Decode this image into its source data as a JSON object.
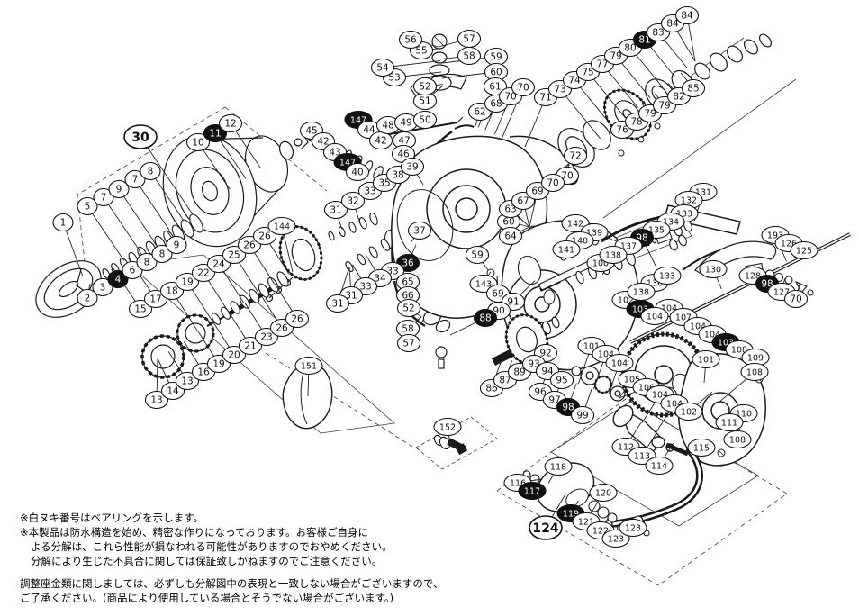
{
  "diagram": {
    "description": "Exploded parts diagram of a spinning fishing reel with numbered callouts",
    "callout_format": "[number, x, y, flag] flag: 0=normal white ellipse, 1=black filled (bearing), 2=large label",
    "bearing_marker_color": "#000000",
    "line_color": "#1a1a1a",
    "callouts": [
      [
        1,
        70,
        247,
        0
      ],
      [
        5,
        97,
        229,
        0
      ],
      [
        7,
        115,
        219,
        0
      ],
      [
        9,
        132,
        210,
        0
      ],
      [
        7,
        150,
        199,
        0
      ],
      [
        8,
        167,
        190,
        0
      ],
      [
        2,
        97,
        331,
        0
      ],
      [
        3,
        114,
        319,
        0
      ],
      [
        4,
        131,
        310,
        1
      ],
      [
        6,
        147,
        300,
        0
      ],
      [
        8,
        163,
        291,
        0
      ],
      [
        8,
        180,
        282,
        0
      ],
      [
        9,
        196,
        272,
        0
      ],
      [
        10,
        220,
        158,
        0
      ],
      [
        11,
        239,
        148,
        1
      ],
      [
        12,
        256,
        137,
        0
      ],
      [
        30,
        156,
        152,
        2
      ],
      [
        15,
        156,
        343,
        0
      ],
      [
        17,
        173,
        332,
        0
      ],
      [
        18,
        191,
        323,
        0
      ],
      [
        19,
        208,
        313,
        0
      ],
      [
        22,
        226,
        303,
        0
      ],
      [
        24,
        243,
        293,
        0
      ],
      [
        25,
        260,
        283,
        0
      ],
      [
        26,
        277,
        272,
        0
      ],
      [
        26,
        294,
        262,
        0
      ],
      [
        13,
        174,
        444,
        0
      ],
      [
        14,
        192,
        434,
        0
      ],
      [
        13,
        208,
        423,
        0
      ],
      [
        16,
        226,
        413,
        0
      ],
      [
        19,
        243,
        404,
        0
      ],
      [
        20,
        260,
        394,
        0
      ],
      [
        21,
        278,
        384,
        0
      ],
      [
        23,
        296,
        374,
        0
      ],
      [
        26,
        313,
        364,
        0
      ],
      [
        26,
        330,
        354,
        0
      ],
      [
        144,
        313,
        251,
        0
      ],
      [
        151,
        343,
        406,
        0
      ],
      [
        45,
        346,
        145,
        0
      ],
      [
        42,
        359,
        157,
        0
      ],
      [
        43,
        372,
        169,
        0
      ],
      [
        147,
        398,
        133,
        1
      ],
      [
        44,
        410,
        144,
        0
      ],
      [
        42,
        423,
        156,
        0
      ],
      [
        147,
        386,
        180,
        1
      ],
      [
        40,
        397,
        191,
        0
      ],
      [
        48,
        431,
        139,
        0
      ],
      [
        49,
        451,
        136,
        0
      ],
      [
        50,
        472,
        133,
        0
      ],
      [
        47,
        449,
        156,
        0
      ],
      [
        46,
        448,
        171,
        0
      ],
      [
        51,
        472,
        112,
        0
      ],
      [
        52,
        472,
        96,
        0
      ],
      [
        53,
        438,
        86,
        0
      ],
      [
        54,
        425,
        75,
        0
      ],
      [
        55,
        468,
        56,
        0
      ],
      [
        56,
        456,
        44,
        0
      ],
      [
        57,
        521,
        43,
        0
      ],
      [
        58,
        521,
        62,
        0
      ],
      [
        59,
        551,
        63,
        0
      ],
      [
        60,
        551,
        80,
        0
      ],
      [
        61,
        550,
        96,
        0
      ],
      [
        62,
        533,
        124,
        0
      ],
      [
        68,
        551,
        115,
        0
      ],
      [
        70,
        567,
        107,
        0
      ],
      [
        70,
        581,
        97,
        0
      ],
      [
        71,
        606,
        108,
        0
      ],
      [
        31,
        373,
        233,
        0
      ],
      [
        32,
        392,
        223,
        0
      ],
      [
        33,
        411,
        212,
        0
      ],
      [
        35,
        427,
        203,
        0
      ],
      [
        38,
        442,
        194,
        0
      ],
      [
        39,
        458,
        185,
        0
      ],
      [
        37,
        466,
        256,
        0
      ],
      [
        36,
        453,
        292,
        1
      ],
      [
        33,
        436,
        301,
        0
      ],
      [
        34,
        422,
        309,
        0
      ],
      [
        33,
        406,
        318,
        0
      ],
      [
        31,
        390,
        328,
        0
      ],
      [
        31,
        375,
        337,
        0
      ],
      [
        65,
        453,
        313,
        0
      ],
      [
        66,
        453,
        328,
        0
      ],
      [
        52,
        454,
        342,
        0
      ],
      [
        58,
        453,
        365,
        0
      ],
      [
        57,
        454,
        381,
        0
      ],
      [
        59,
        530,
        283,
        0
      ],
      [
        60,
        565,
        246,
        0
      ],
      [
        63,
        567,
        232,
        0
      ],
      [
        64,
        567,
        262,
        0
      ],
      [
        67,
        581,
        223,
        0
      ],
      [
        69,
        597,
        212,
        0
      ],
      [
        70,
        630,
        195,
        0
      ],
      [
        70,
        614,
        203,
        0
      ],
      [
        143,
        537,
        315,
        0
      ],
      [
        69,
        553,
        326,
        0
      ],
      [
        91,
        570,
        335,
        0
      ],
      [
        90,
        554,
        345,
        0
      ],
      [
        88,
        539,
        353,
        1
      ],
      [
        72,
        639,
        173,
        0
      ],
      [
        73,
        622,
        99,
        0
      ],
      [
        74,
        638,
        89,
        0
      ],
      [
        75,
        653,
        80,
        0
      ],
      [
        77,
        669,
        71,
        0
      ],
      [
        79,
        684,
        62,
        0
      ],
      [
        80,
        700,
        53,
        0
      ],
      [
        81,
        716,
        44,
        1
      ],
      [
        83,
        731,
        36,
        0
      ],
      [
        84,
        747,
        26,
        0
      ],
      [
        84,
        763,
        17,
        0
      ],
      [
        76,
        691,
        144,
        0
      ],
      [
        78,
        707,
        135,
        0
      ],
      [
        79,
        722,
        126,
        0
      ],
      [
        79,
        738,
        117,
        0
      ],
      [
        82,
        754,
        107,
        0
      ],
      [
        85,
        770,
        98,
        0
      ],
      [
        86,
        546,
        431,
        0
      ],
      [
        87,
        561,
        422,
        0
      ],
      [
        89,
        577,
        413,
        0
      ],
      [
        92,
        606,
        392,
        0
      ],
      [
        93,
        593,
        404,
        0
      ],
      [
        94,
        608,
        412,
        0
      ],
      [
        95,
        624,
        422,
        0
      ],
      [
        96,
        600,
        435,
        0
      ],
      [
        97,
        616,
        444,
        0
      ],
      [
        98,
        631,
        452,
        1
      ],
      [
        99,
        647,
        461,
        0
      ],
      [
        100,
        667,
        292,
        0
      ],
      [
        102,
        695,
        333,
        0
      ],
      [
        103,
        711,
        343,
        1
      ],
      [
        104,
        743,
        342,
        0
      ],
      [
        104,
        727,
        351,
        0
      ],
      [
        107,
        759,
        352,
        0
      ],
      [
        104,
        775,
        362,
        0
      ],
      [
        104,
        791,
        371,
        0
      ],
      [
        103,
        806,
        380,
        1
      ],
      [
        108,
        821,
        388,
        0
      ],
      [
        109,
        839,
        397,
        0
      ],
      [
        108,
        838,
        413,
        0
      ],
      [
        101,
        657,
        384,
        0
      ],
      [
        104,
        673,
        393,
        0
      ],
      [
        104,
        688,
        403,
        0
      ],
      [
        105,
        702,
        421,
        0
      ],
      [
        106,
        718,
        430,
        0
      ],
      [
        101,
        784,
        399,
        0
      ],
      [
        104,
        733,
        438,
        0
      ],
      [
        104,
        749,
        448,
        0
      ],
      [
        102,
        765,
        457,
        0
      ],
      [
        110,
        826,
        459,
        0
      ],
      [
        111,
        810,
        469,
        0
      ],
      [
        108,
        819,
        488,
        0
      ],
      [
        131,
        781,
        213,
        0
      ],
      [
        132,
        765,
        222,
        0
      ],
      [
        133,
        760,
        237,
        0
      ],
      [
        134,
        745,
        246,
        0
      ],
      [
        135,
        729,
        255,
        0
      ],
      [
        98,
        713,
        264,
        1
      ],
      [
        137,
        698,
        273,
        0
      ],
      [
        138,
        681,
        283,
        0
      ],
      [
        136,
        727,
        314,
        0
      ],
      [
        133,
        741,
        306,
        0
      ],
      [
        138,
        712,
        324,
        0
      ],
      [
        142,
        639,
        248,
        0
      ],
      [
        139,
        660,
        258,
        0
      ],
      [
        140,
        644,
        267,
        0
      ],
      [
        141,
        629,
        277,
        0
      ],
      [
        130,
        792,
        299,
        0
      ],
      [
        112,
        695,
        496,
        0
      ],
      [
        113,
        713,
        506,
        0
      ],
      [
        114,
        732,
        517,
        0
      ],
      [
        115,
        779,
        497,
        0
      ],
      [
        116,
        575,
        536,
        0
      ],
      [
        117,
        591,
        545,
        1
      ],
      [
        118,
        620,
        518,
        0
      ],
      [
        119,
        634,
        570,
        1
      ],
      [
        120,
        670,
        547,
        0
      ],
      [
        121,
        651,
        579,
        0
      ],
      [
        122,
        667,
        589,
        0
      ],
      [
        123,
        684,
        598,
        0
      ],
      [
        123,
        703,
        586,
        0
      ],
      [
        124,
        606,
        586,
        2
      ],
      [
        152,
        497,
        474,
        0
      ],
      [
        193,
        861,
        261,
        0
      ],
      [
        126,
        876,
        270,
        0
      ],
      [
        125,
        893,
        278,
        0
      ],
      [
        128,
        836,
        306,
        0
      ],
      [
        98,
        852,
        315,
        1
      ],
      [
        127,
        868,
        324,
        0
      ],
      [
        70,
        884,
        332,
        0
      ]
    ],
    "leader_segments": [
      [
        100,
        315,
        318,
        168
      ],
      [
        175,
        398,
        325,
        302
      ],
      [
        368,
        258,
        432,
        238
      ],
      [
        352,
        155,
        428,
        196
      ],
      [
        487,
        52,
        492,
        95
      ],
      [
        468,
        352,
        500,
        372
      ],
      [
        498,
        238,
        512,
        252
      ],
      [
        632,
        182,
        772,
        68
      ],
      [
        588,
        252,
        648,
        305
      ],
      [
        556,
        396,
        688,
        442
      ],
      [
        660,
        300,
        795,
        372
      ],
      [
        628,
        276,
        664,
        260
      ],
      [
        782,
        425,
        822,
        472
      ],
      [
        700,
        462,
        768,
        505
      ],
      [
        602,
        532,
        700,
        590
      ],
      [
        833,
        300,
        898,
        316
      ],
      [
        780,
        330,
        940,
        262
      ],
      [
        342,
        440,
        342,
        441
      ],
      [
        500,
        493,
        500,
        494
      ],
      [
        315,
        166,
        336,
        156
      ],
      [
        488,
        392,
        491,
        408
      ],
      [
        755,
        240,
        815,
        258
      ],
      [
        578,
        295,
        612,
        330
      ],
      [
        460,
        315,
        472,
        332
      ],
      [
        448,
        262,
        462,
        272
      ],
      [
        528,
        140,
        600,
        170
      ],
      [
        542,
        300,
        552,
        306
      ],
      [
        470,
        205,
        500,
        230
      ],
      [
        388,
        296,
        428,
        272
      ],
      [
        418,
        150,
        505,
        136
      ],
      [
        728,
        295,
        748,
        305
      ],
      [
        70,
        318,
        92,
        307
      ]
    ]
  },
  "notes": {
    "n1": "※白ヌキ番号はベアリングを示します。",
    "n2": "※本製品は防水構造を始め、精密な作りになっております。お客様ご自身に",
    "n3": "よる分解は、これら性能が損なわれる可能性がありますのでおやめください。",
    "n4": "分解により生じた不具合に関しては保証致しかねますのでご注意ください。",
    "n5": "調整座金類に関しましては、必ずしも分解図中の表現と一致しない場合がございますので、",
    "n6": "ご了承ください。(商品により使用している場合とそうでない場合がございます。)"
  }
}
